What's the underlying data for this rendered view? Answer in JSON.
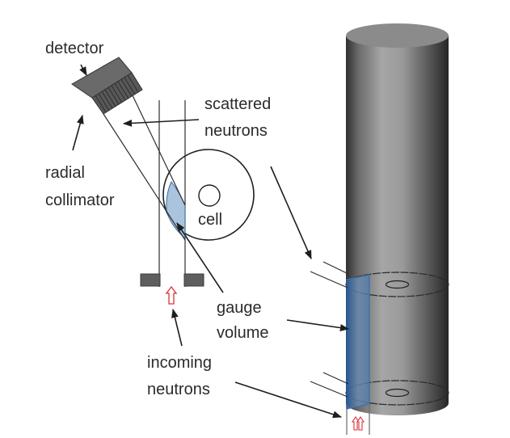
{
  "labels": {
    "detector": "detector",
    "radial_collimator": [
      "radial",
      "collimator"
    ],
    "scattered_neutrons": [
      "scattered",
      "neutrons"
    ],
    "cell": "cell",
    "gauge_volume": [
      "gauge",
      "volume"
    ],
    "incoming_neutrons": [
      "incoming",
      "neutrons"
    ]
  },
  "colors": {
    "gauge_fill": "#a9c4dc",
    "gauge_edge": "#3a6aa8",
    "gauge_volume_3d": "#3f6fa8",
    "detector_body": "#6a6a6a",
    "slit_block": "#5e5e5e",
    "incoming_arrow": "#d9323a",
    "cylinder_dark": "#3a3a3a",
    "cylinder_light": "#a8a8a8",
    "cylinder_top": "#8a8a8a"
  }
}
